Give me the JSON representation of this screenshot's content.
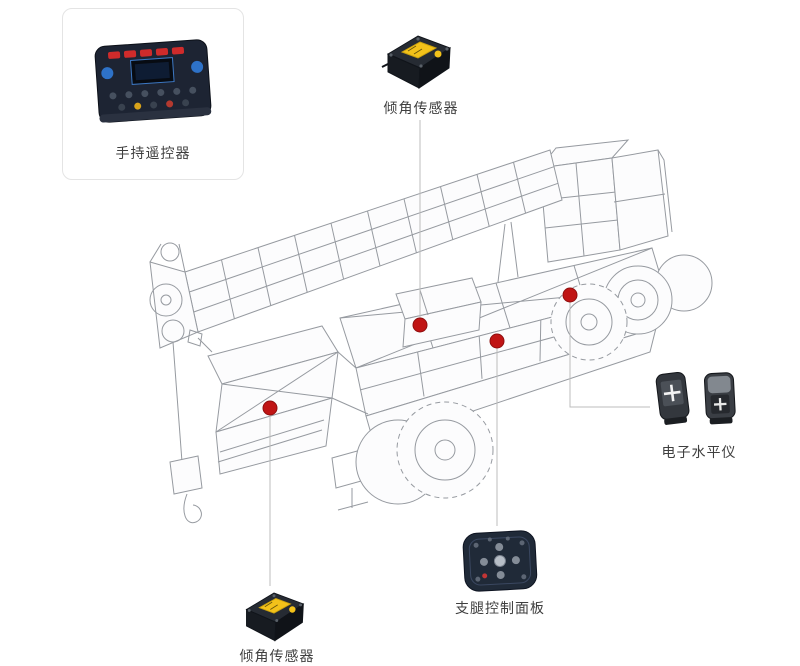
{
  "page": {
    "background": "#ffffff"
  },
  "callouts": {
    "remote": {
      "label": "手持遥控器"
    },
    "tilt_top": {
      "label": "倾角传感器"
    },
    "tilt_bottom": {
      "label": "倾角传感器"
    },
    "level": {
      "label": "电子水平仪"
    },
    "outrigger": {
      "label": "支腿控制面板"
    }
  },
  "colors": {
    "marker_red": "#c01414",
    "callout_line": "#bcbcbc",
    "wireframe_stroke": "#969aa0",
    "label_text": "#3f3f3f",
    "sensor_yellow": "#f3c21a"
  }
}
